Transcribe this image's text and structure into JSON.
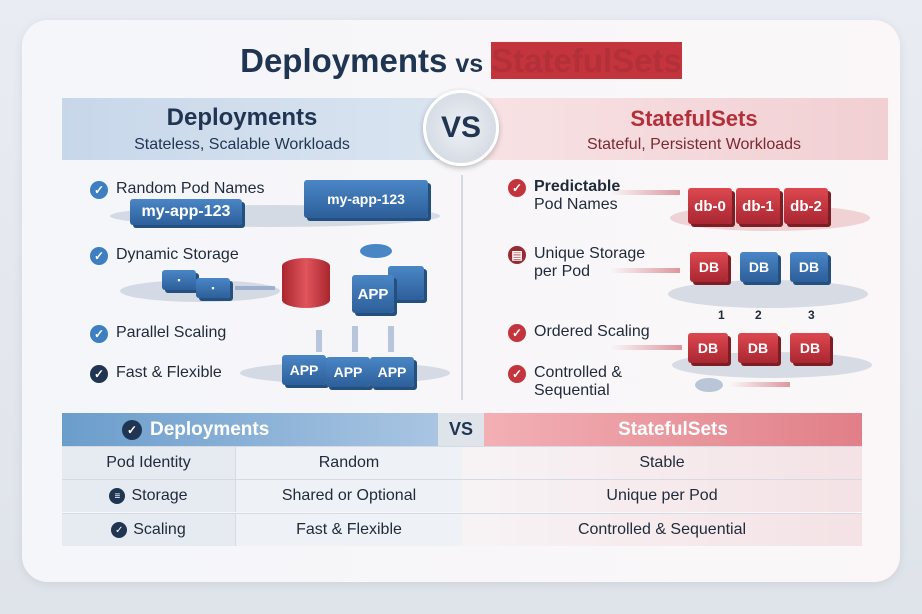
{
  "title": {
    "left": "Deployments",
    "vs": "vs",
    "right": "StatefulSets"
  },
  "deployments": {
    "heading": "Deployments",
    "subtitle": "Stateless, Scalable Workloads",
    "items": [
      "Random Pod Names",
      "Dynamic Storage",
      "Parallel Scaling",
      "Fast & Flexible"
    ],
    "pod_name": "my-app-123",
    "app_label": "APP"
  },
  "vs_badge": "VS",
  "statefulsets": {
    "heading": "StatefulSets",
    "subtitle": "Stateful, Persistent Workloads",
    "items": [
      {
        "l1": "Predictable",
        "l2": "Pod Names"
      },
      {
        "l1": "Unique Storage",
        "l2": "per Pod"
      },
      {
        "l1": "Ordered Scaling",
        "l2": ""
      },
      {
        "l1": "Controlled &",
        "l2": "Sequential"
      }
    ],
    "pods": [
      "db-0",
      "db-1",
      "db-2"
    ],
    "db_label": "DB",
    "order": [
      "1",
      "2",
      "3"
    ]
  },
  "table": {
    "left_header": "Deployments",
    "vs": "VS",
    "right_header": "StatefulSets",
    "rows": [
      {
        "label": "Pod Identity",
        "deployments": "Random",
        "statefulsets": "Stable"
      },
      {
        "label": "Storage",
        "deployments": "Shared or Optional",
        "statefulsets": "Unique per Pod"
      },
      {
        "label": "Scaling",
        "deployments": "Fast & Flexible",
        "statefulsets": "Controlled & Sequential"
      }
    ]
  },
  "colors": {
    "navy": "#1f3552",
    "red": "#b3303a",
    "blue": "#3d7fc0"
  }
}
